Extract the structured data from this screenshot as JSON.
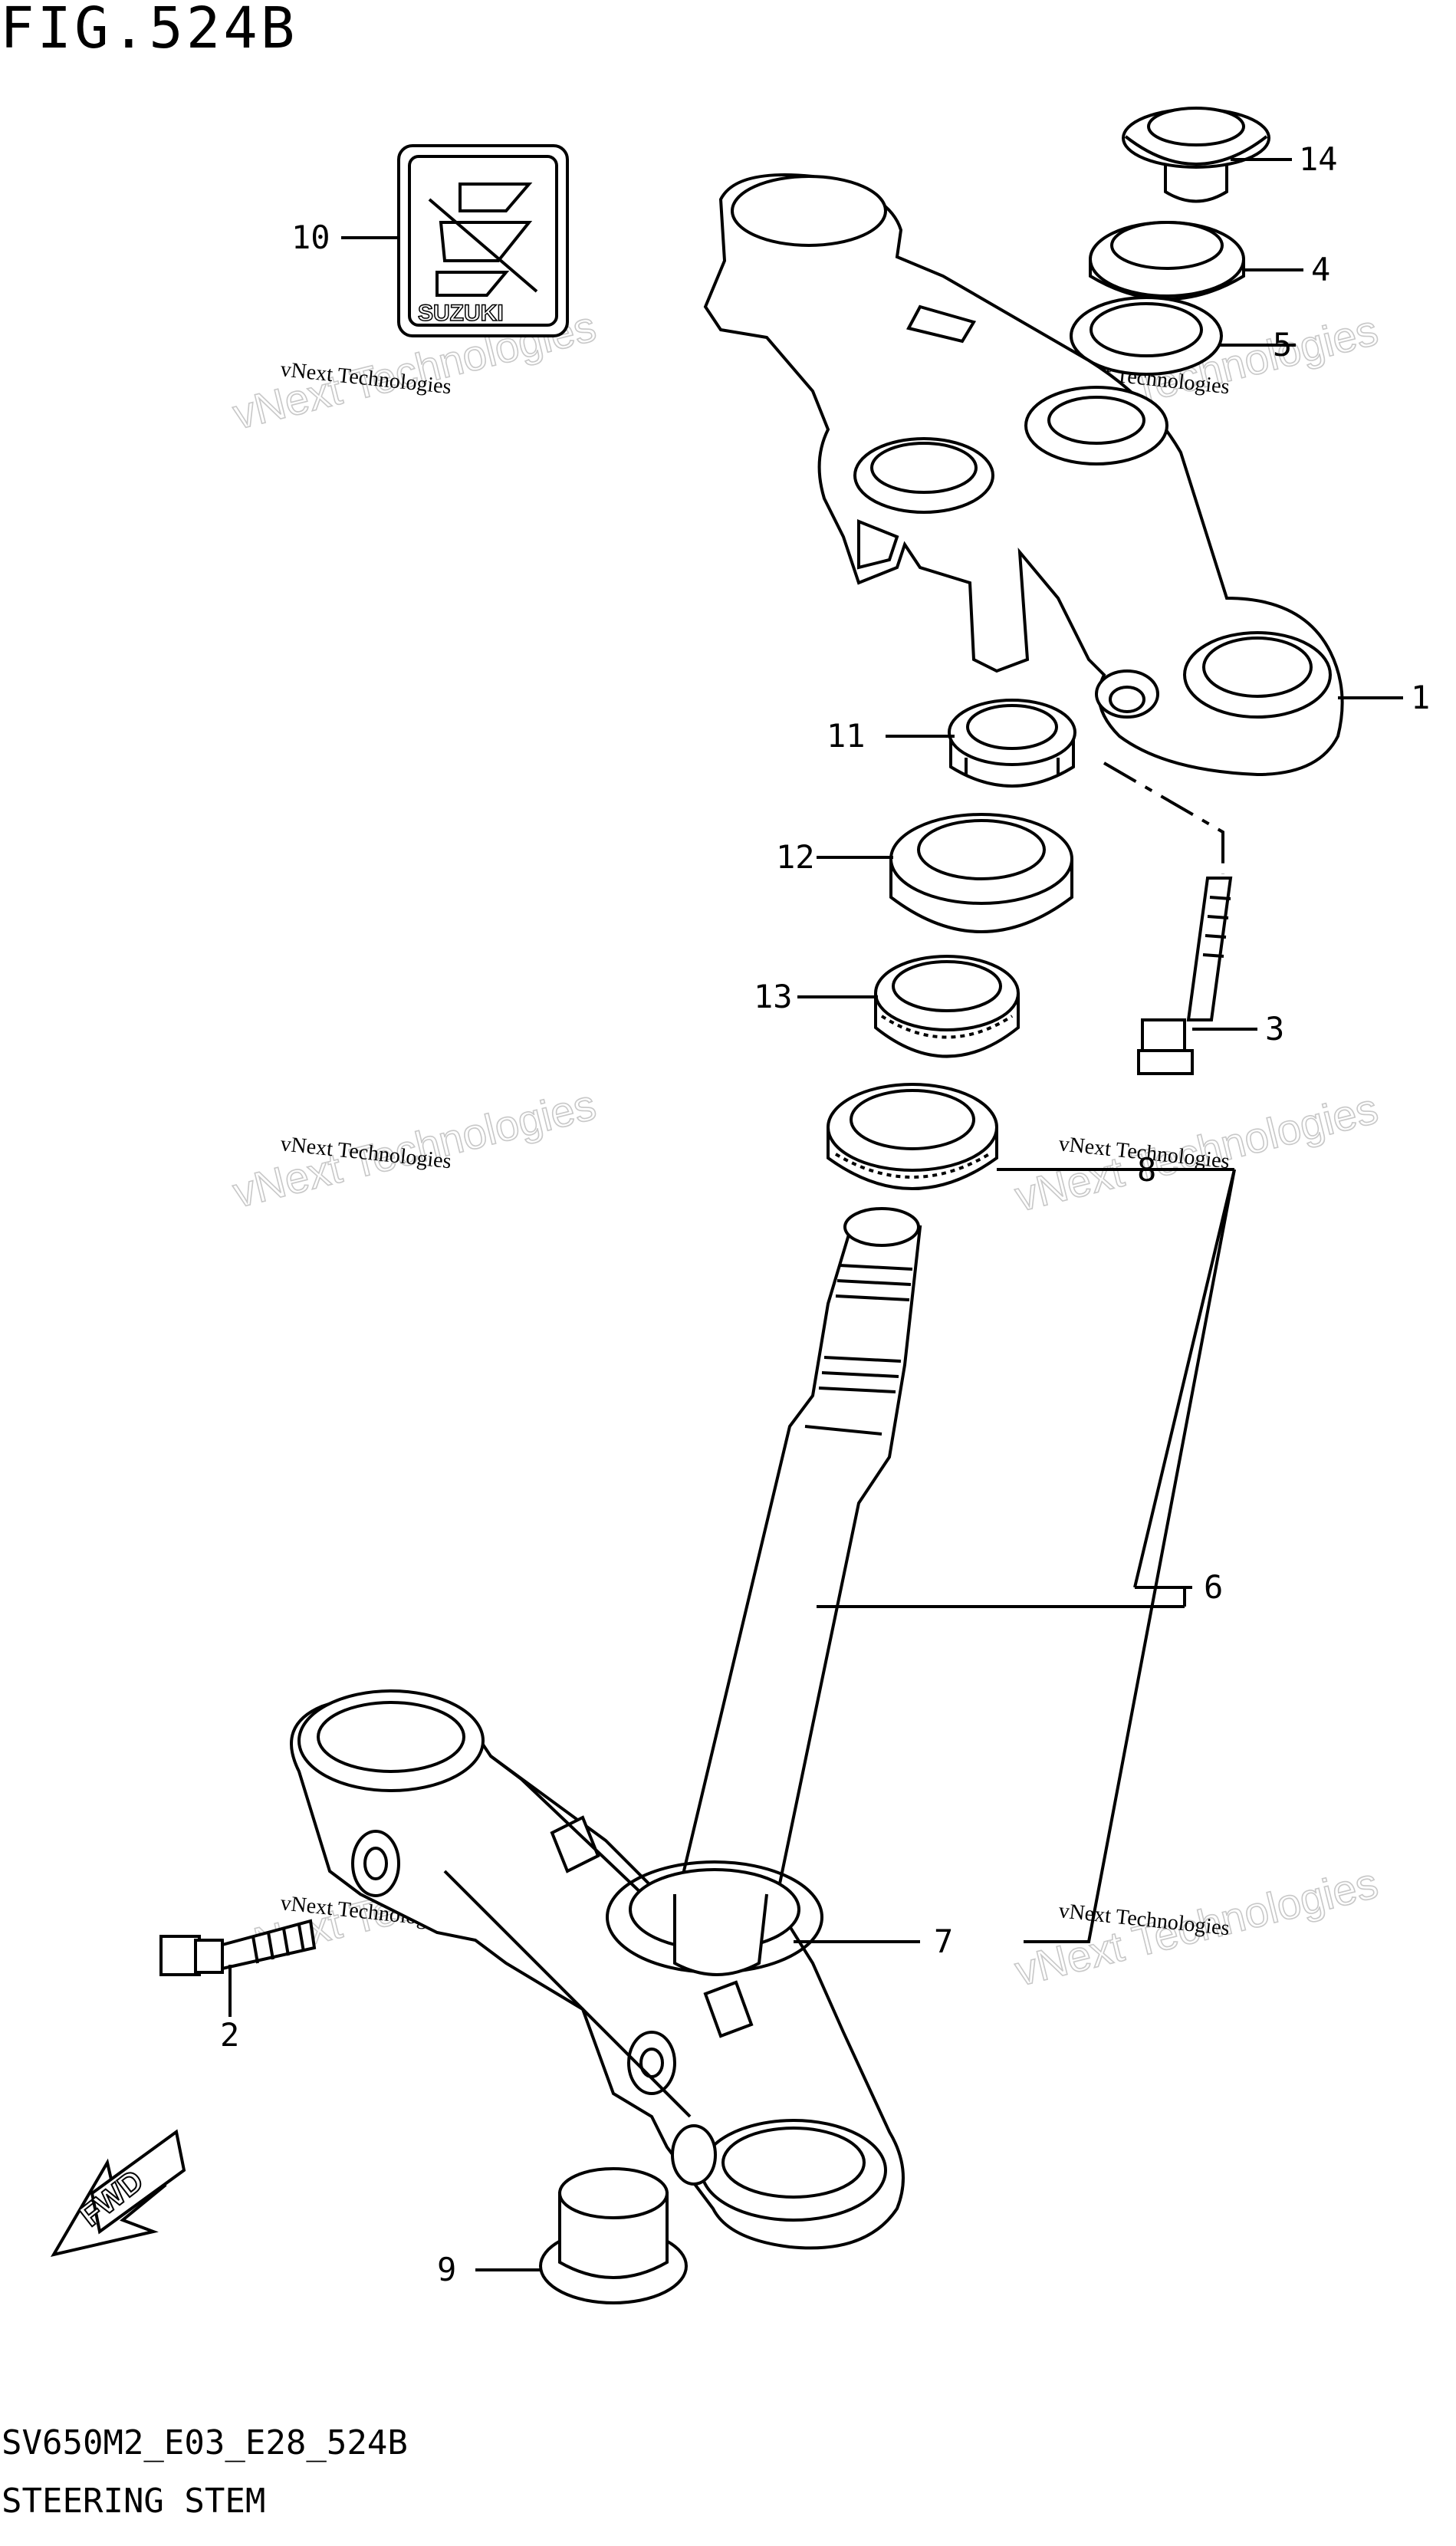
{
  "figure": {
    "title": "FIG.524B",
    "drawing_code": "SV650M2_E03_E28_524B",
    "drawing_name": "STEERING STEM"
  },
  "callouts": [
    {
      "id": "1",
      "label": "1"
    },
    {
      "id": "2",
      "label": "2"
    },
    {
      "id": "3",
      "label": "3"
    },
    {
      "id": "4",
      "label": "4"
    },
    {
      "id": "5",
      "label": "5"
    },
    {
      "id": "6",
      "label": "6"
    },
    {
      "id": "7",
      "label": "7"
    },
    {
      "id": "8",
      "label": "8"
    },
    {
      "id": "9",
      "label": "9"
    },
    {
      "id": "10",
      "label": "10"
    },
    {
      "id": "11",
      "label": "11"
    },
    {
      "id": "12",
      "label": "12"
    },
    {
      "id": "13",
      "label": "13"
    },
    {
      "id": "14",
      "label": "14"
    }
  ],
  "watermark": {
    "line1": "vNext Technologies",
    "line2": "vNext Technologies"
  },
  "logo": {
    "text": "SUZUKI"
  },
  "direction_arrow": {
    "text": "FWD"
  }
}
